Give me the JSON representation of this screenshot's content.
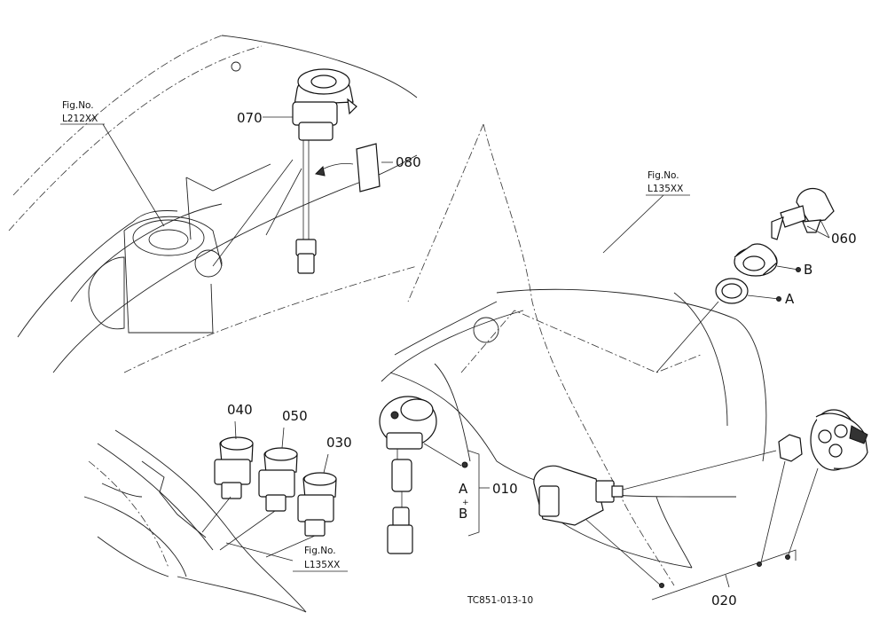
{
  "callouts": {
    "p010": "010",
    "p020": "020",
    "p030": "030",
    "p040": "040",
    "p050": "050",
    "p060": "060",
    "p070": "070",
    "p080": "080",
    "marker_a": "A",
    "marker_b": "B",
    "group_a": "A",
    "group_b": "B"
  },
  "figure_refs": {
    "left_top": {
      "line1": "Fig.No.",
      "line2": "L212XX"
    },
    "right_top": {
      "line1": "Fig.No.",
      "line2": "L135XX"
    },
    "left_bottom": {
      "line1": "Fig.No.",
      "line2": "L135XX"
    }
  },
  "drawing_code": "TC851-013-10"
}
